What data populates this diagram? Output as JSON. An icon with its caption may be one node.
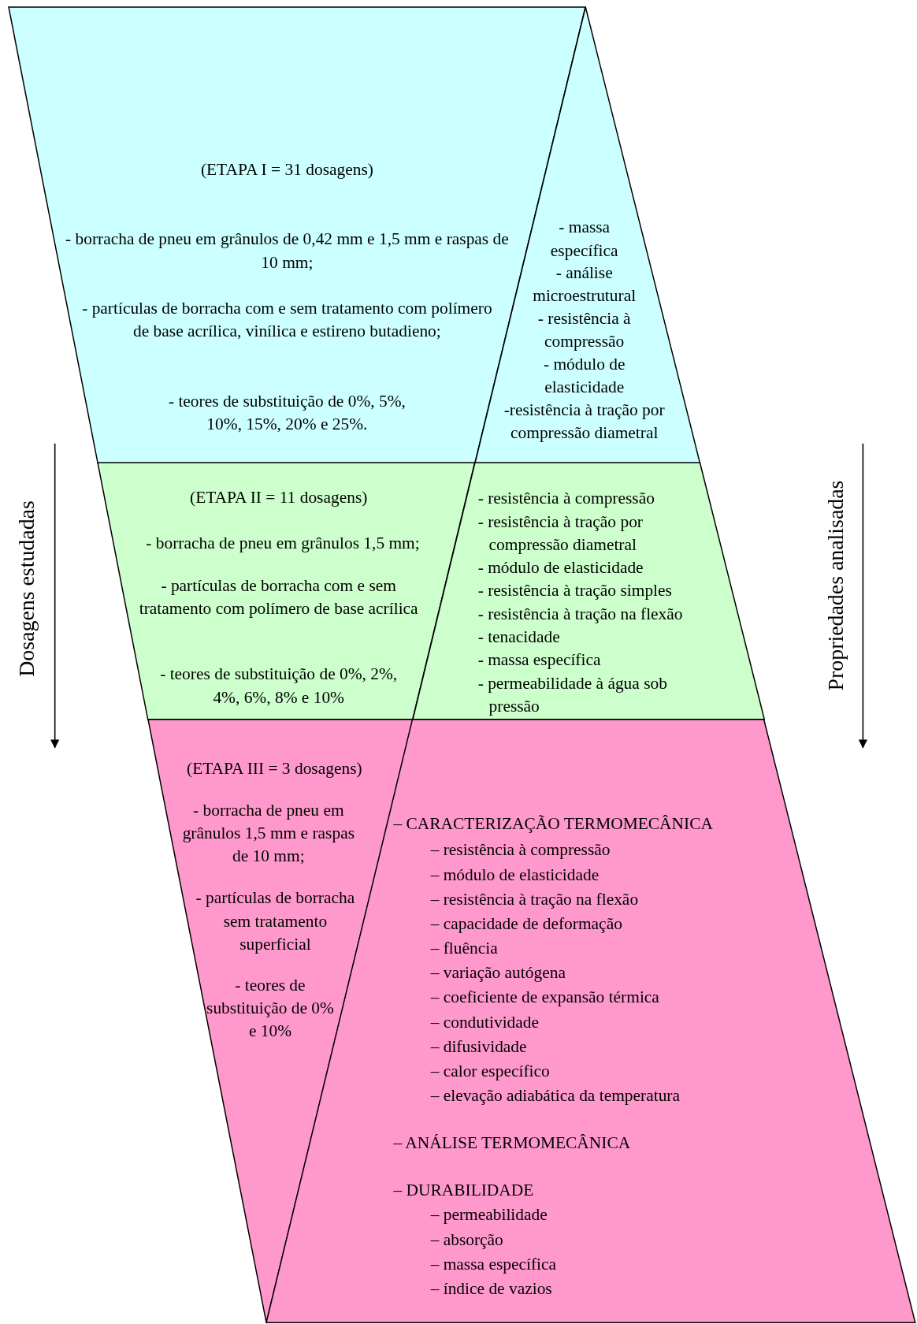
{
  "diagram": {
    "nodes": [
      {
        "text": [
          "(ETAPA I = 31 dosagens)",
          "- borracha de pneu em grânulos de 0,42 mm e 1,5 mm e raspas de 10 mm;",
          "- partículas de borracha com e sem tratamento com polímero de base acrílica, vinílica e estireno butadieno;",
          "- teores de substituição de 0%, 5%, 10%, 15%, 20% e 25%."
        ]
      },
      {
        "text": [
          "- massa específica",
          "- análise microestrutural",
          "- resistência à compressão",
          "- módulo de elasticidade",
          "-resistência à tração por compressão diametral"
        ]
      },
      {
        "text": [
          "(ETAPA II = 11 dosagens)",
          "- borracha de pneu em grânulos 1,5 mm;",
          "- partículas de borracha com e sem tratamento com polímero de base acrílica",
          "- teores de substituição de 0%, 2%, 4%, 6%, 8% e 10%"
        ]
      },
      {
        "text": [
          "- resistência à compressão",
          "- resistência à tração por compressão diametral",
          "- módulo de elasticidade",
          "- resistência à tração simples",
          "- resistência à tração na flexão",
          "- tenacidade",
          "- massa específica",
          "- permeabilidade à água sob pressão"
        ]
      },
      {
        "text": [
          "(ETAPA III = 3 dosagens)",
          "- borracha de pneu em grânulos 1,5 mm e raspas de 10 mm;",
          "- partículas de borracha sem tratamento superficial",
          "- teores de substituição de 0% e 10%"
        ]
      },
      {
        "text": [
          "– CARACTERIZAÇÃO TERMOMECÂNICA",
          "– resistência à compressão",
          "– módulo de elasticidade",
          "– resistência à tração na flexão",
          "– capacidade de deformação",
          "– fluência",
          "– variação autógena",
          "– coeficiente de expansão térmica",
          "– condutividade",
          "– difusividade",
          "– calor específico",
          "– elevação adiabática da temperatura",
          "– ANÁLISE TERMOMECÂNICA",
          "– DURABILIDADE",
          "– permeabilidade",
          "– absorção",
          "– massa específica",
          "– índice de vazios"
        ]
      }
    ],
    "labels": [
      "Dosagens estudadas",
      "Propriedades analisadas"
    ]
  }
}
